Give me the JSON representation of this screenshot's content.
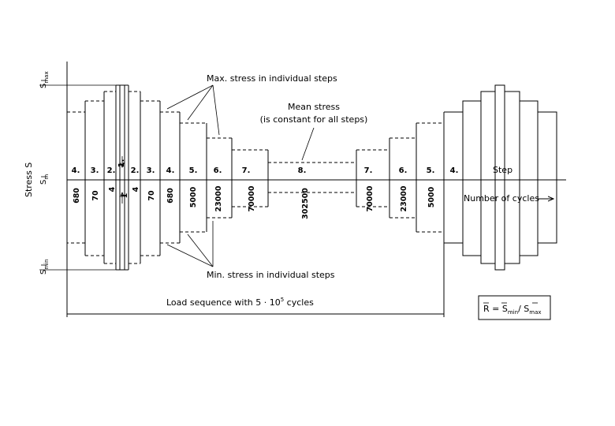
{
  "axis": {
    "y_label": "Stress S",
    "x_label": "Number of cycles"
  },
  "symbols": {
    "s_max": "S",
    "s_max_sub": "max",
    "s_m": "S",
    "s_m_sub": "m",
    "s_min": "S",
    "s_min_sub": "min"
  },
  "annotations": {
    "max_stress": "Max. stress in individual steps",
    "min_stress": "Min. stress in individual steps",
    "mean_stress_line1": "Mean stress",
    "mean_stress_line2": "(is constant for all steps)",
    "step": "Step",
    "load_sequence": "Load sequence with 5 · 10",
    "load_sequence_exp": "5",
    "load_sequence_tail": " cycles"
  },
  "formula": {
    "r": "R",
    "eq": " = ",
    "s1": "S",
    "s1_sub": "min",
    "slash": "/ ",
    "s2": "S",
    "s2_sub": "max"
  },
  "steps": [
    {
      "step": "4.",
      "cycles": "680"
    },
    {
      "step": "3.",
      "cycles": "70"
    },
    {
      "step": "2.",
      "cycles": "4"
    },
    {
      "step": "1.",
      "cycles": "1"
    },
    {
      "step": "2.",
      "cycles": "4"
    },
    {
      "step": "3.",
      "cycles": "70"
    },
    {
      "step": "4.",
      "cycles": "680"
    },
    {
      "step": "5.",
      "cycles": "5000"
    },
    {
      "step": "6.",
      "cycles": "23000"
    },
    {
      "step": "7.",
      "cycles": "70000"
    },
    {
      "step": "8.",
      "cycles": "302500"
    },
    {
      "step": "7.",
      "cycles": "70000"
    },
    {
      "step": "6.",
      "cycles": "23000"
    },
    {
      "step": "5.",
      "cycles": "5000"
    },
    {
      "step": "4.",
      "cycles": ""
    }
  ]
}
